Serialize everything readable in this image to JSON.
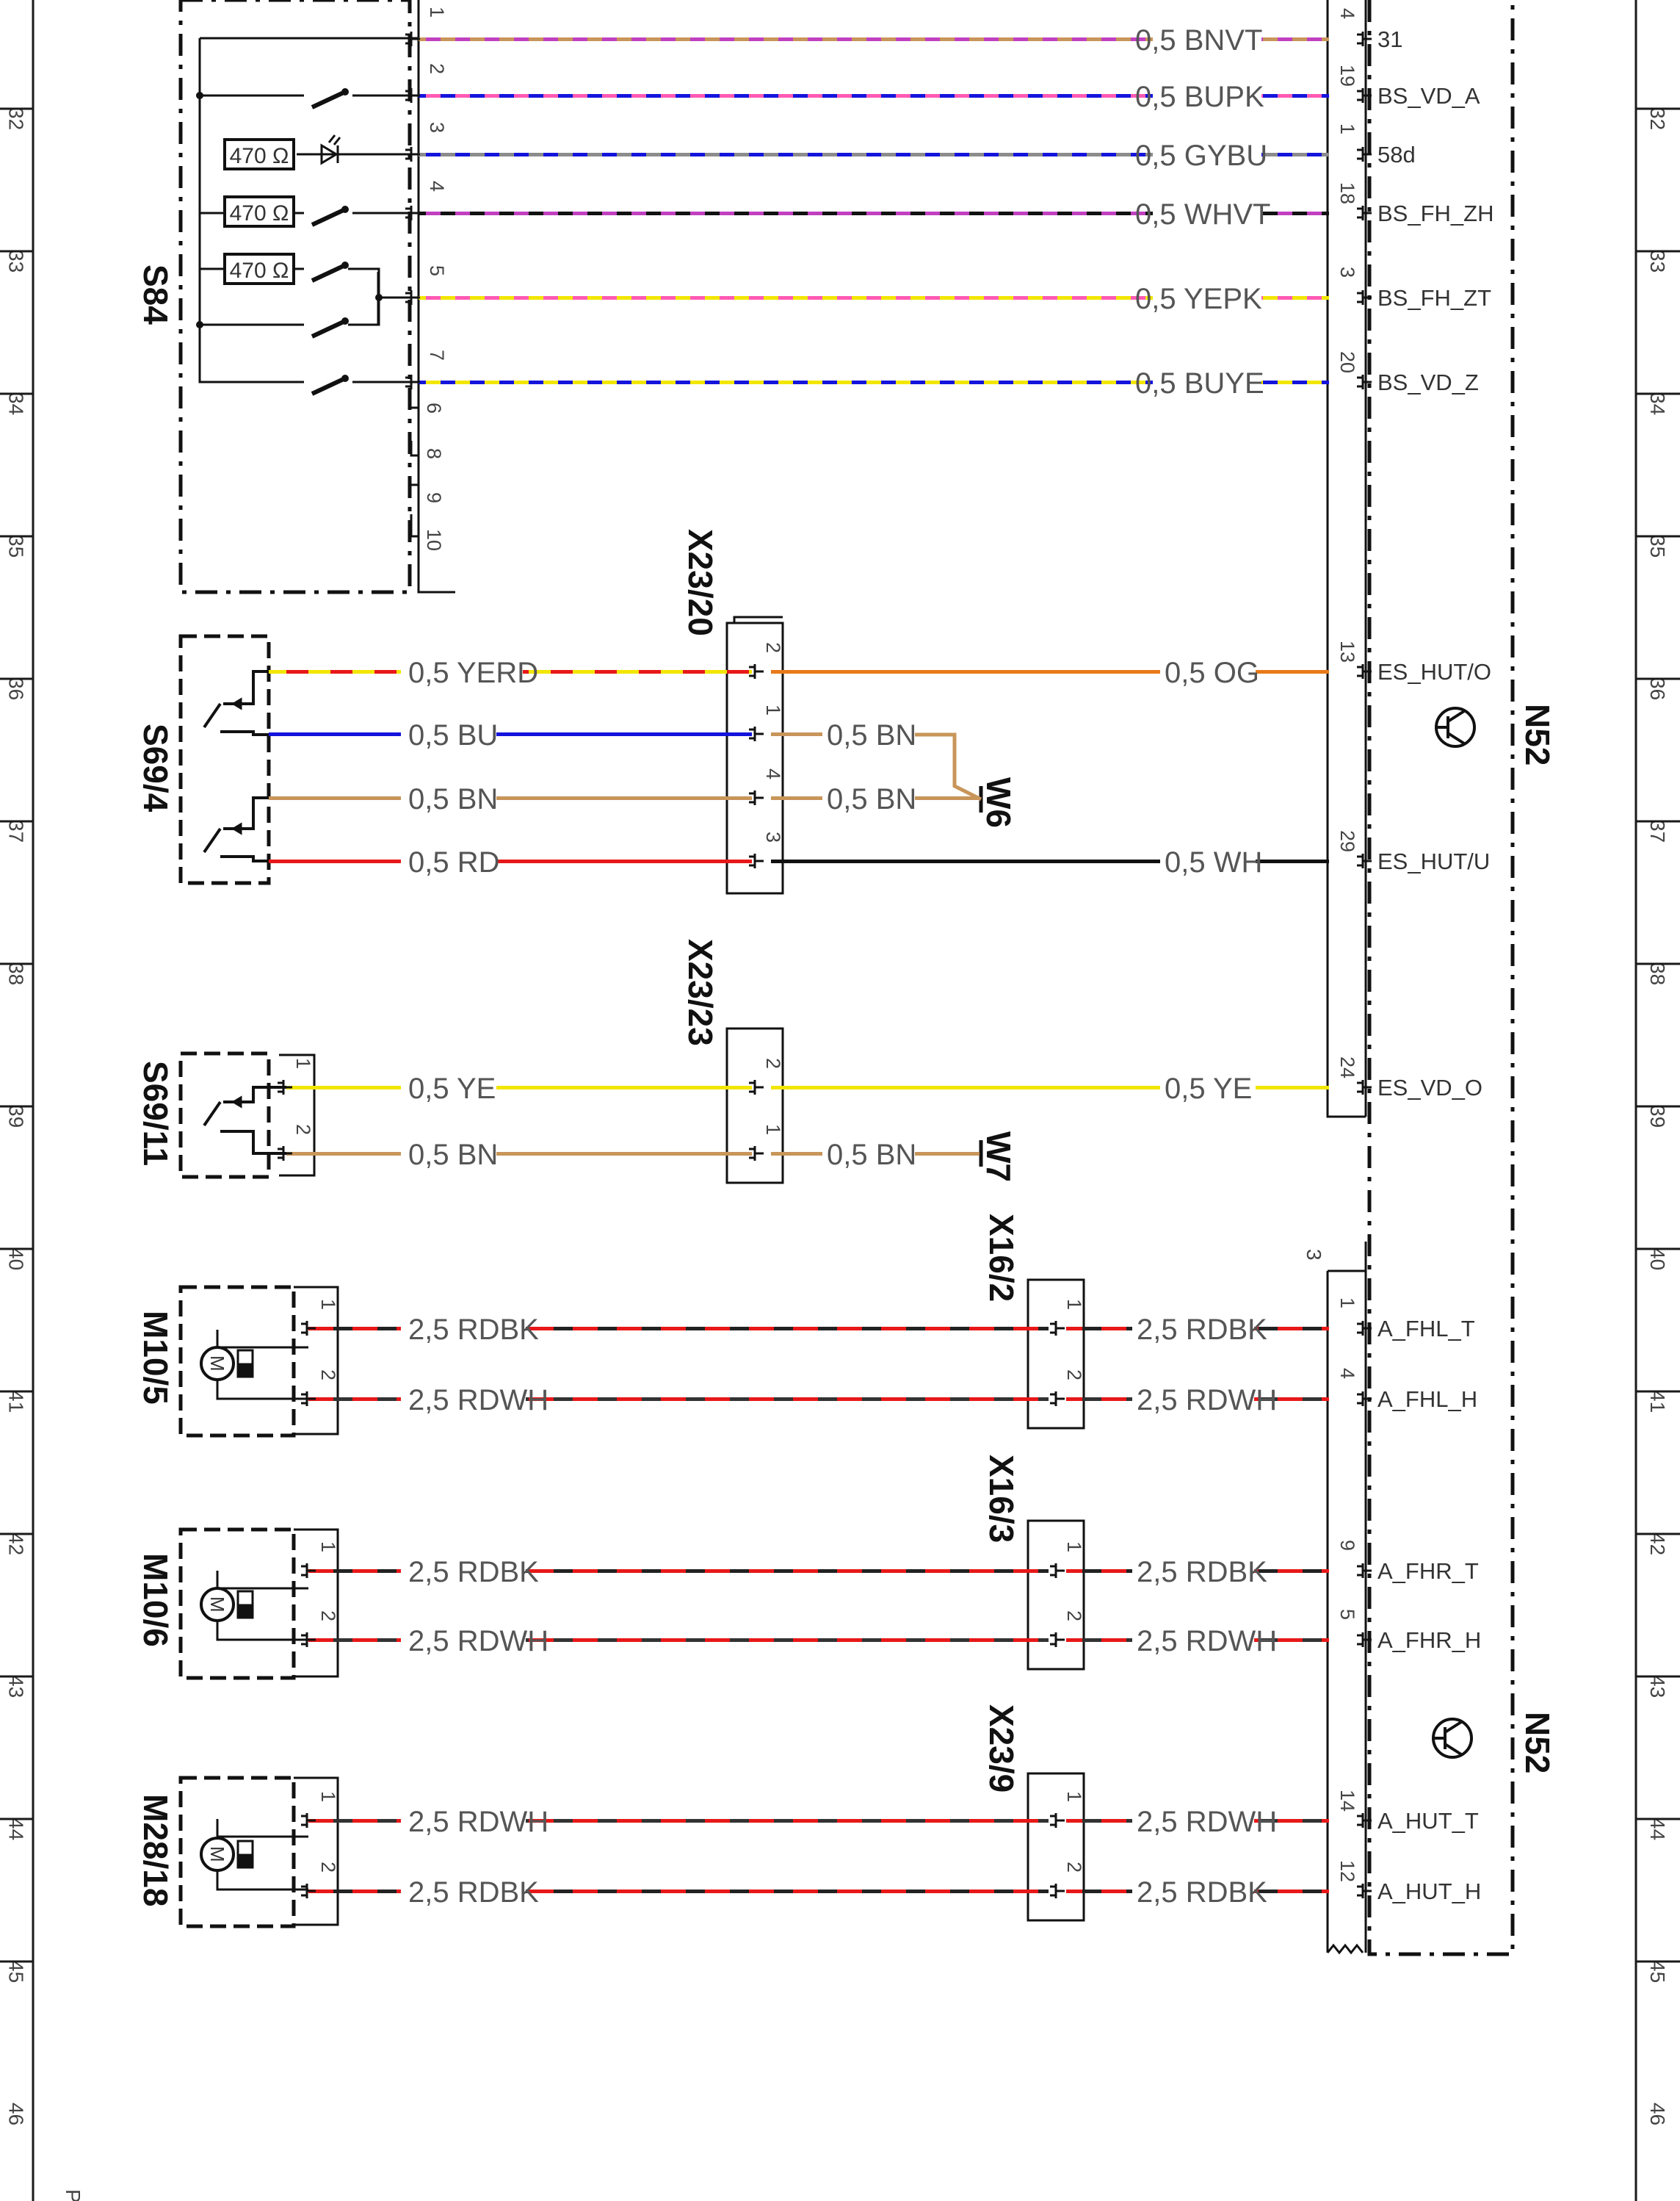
{
  "grid": {
    "rows": [
      "32",
      "33",
      "34",
      "35",
      "36",
      "37",
      "38",
      "39",
      "40",
      "41",
      "42",
      "43",
      "44",
      "45",
      "46"
    ],
    "corner_text": "PE"
  },
  "components": {
    "s84": {
      "name": "S84",
      "resistor_value": "470 Ω",
      "unused_pins": [
        "6",
        "8",
        "9",
        "10"
      ]
    },
    "s69_4": {
      "name": "S69/4"
    },
    "s69_11": {
      "name": "S69/11"
    },
    "m10_5": {
      "name": "M10/5",
      "motor_symbol": "M"
    },
    "m10_6": {
      "name": "M10/6",
      "motor_symbol": "M"
    },
    "m28_18": {
      "name": "M28/18",
      "motor_symbol": "M"
    },
    "x23_20": {
      "name": "X23/20"
    },
    "x23_23": {
      "name": "X23/23"
    },
    "x16_2": {
      "name": "X16/2"
    },
    "x16_3": {
      "name": "X16/3"
    },
    "x23_9": {
      "name": "X23/9"
    },
    "n52_top": {
      "name": "N52"
    },
    "n52_bottom": {
      "name": "N52"
    },
    "n52_sub_label": "3",
    "w6": {
      "name": "W6"
    },
    "w7": {
      "name": "W7"
    }
  },
  "colors": {
    "BN": "#c8955a",
    "VT": "#c040c0",
    "PK": "#ff5ab4",
    "BU": "#1414dc",
    "GY": "#8c8c8c",
    "WH": "#bbbbbb",
    "YE": "#f2e600",
    "RD": "#e81818",
    "OG": "#e87a1a",
    "BK": "#111111",
    "frame": "#1a1a1a"
  },
  "wires": [
    {
      "id": "w1",
      "src_pin": "1",
      "label": "0,5 BNVT",
      "n52_pin": "4",
      "signal": "31"
    },
    {
      "id": "w2",
      "src_pin": "2",
      "label": "0,5 BUPK",
      "n52_pin": "19",
      "signal": "BS_VD_A"
    },
    {
      "id": "w3",
      "src_pin": "3",
      "label": "0,5 GYBU",
      "n52_pin": "1",
      "signal": "58d"
    },
    {
      "id": "w4",
      "src_pin": "4",
      "label": "0,5 WHVT",
      "n52_pin": "18",
      "signal": "BS_FH_ZH"
    },
    {
      "id": "w5",
      "src_pin": "5",
      "label": "0,5 YEPK",
      "n52_pin": "3",
      "signal": "BS_FH_ZT"
    },
    {
      "id": "w6",
      "src_pin": "7",
      "label": "0,5 BUYE",
      "n52_pin": "20",
      "signal": "BS_VD_Z"
    },
    {
      "id": "w7",
      "left_label": "0,5 YERD",
      "conn_pin": "2",
      "label": "0,5 OG",
      "n52_pin": "13",
      "signal": "ES_HUT/O"
    },
    {
      "id": "w8",
      "left_label": "0,5 BU",
      "conn_pin": "1",
      "label": "0,5 BN"
    },
    {
      "id": "w9",
      "left_label": "0,5 BN",
      "conn_pin": "4",
      "label": "0,5 BN"
    },
    {
      "id": "w10",
      "left_label": "0,5 RD",
      "conn_pin": "3",
      "label": "0,5 WH",
      "n52_pin": "29",
      "signal": "ES_HUT/U"
    },
    {
      "id": "w11",
      "src_pin": "1",
      "left_label": "0,5 YE",
      "conn_pin": "2",
      "label": "0,5 YE",
      "n52_pin": "24",
      "signal": "ES_VD_O"
    },
    {
      "id": "w12",
      "src_pin": "2",
      "left_label": "0,5 BN",
      "conn_pin": "1",
      "label": "0,5 BN"
    },
    {
      "id": "w13",
      "src_pin": "1",
      "left_label": "2,5 RDBK",
      "conn_pin": "1",
      "label": "2,5 RDBK",
      "n52_pin": "1",
      "signal": "A_FHL_T"
    },
    {
      "id": "w14",
      "src_pin": "2",
      "left_label": "2,5 RDWH",
      "conn_pin": "2",
      "label": "2,5 RDWH",
      "n52_pin": "4",
      "signal": "A_FHL_H"
    },
    {
      "id": "w15",
      "src_pin": "1",
      "left_label": "2,5 RDBK",
      "conn_pin": "1",
      "label": "2,5 RDBK",
      "n52_pin": "9",
      "signal": "A_FHR_T"
    },
    {
      "id": "w16",
      "src_pin": "2",
      "left_label": "2,5 RDWH",
      "conn_pin": "2",
      "label": "2,5 RDWH",
      "n52_pin": "5",
      "signal": "A_FHR_H"
    },
    {
      "id": "w17",
      "src_pin": "1",
      "left_label": "2,5 RDWH",
      "conn_pin": "1",
      "label": "2,5 RDWH",
      "n52_pin": "14",
      "signal": "A_HUT_T"
    },
    {
      "id": "w18",
      "src_pin": "2",
      "left_label": "2,5 RDBK",
      "conn_pin": "2",
      "label": "2,5 RDBK",
      "n52_pin": "12",
      "signal": "A_HUT_H"
    }
  ]
}
